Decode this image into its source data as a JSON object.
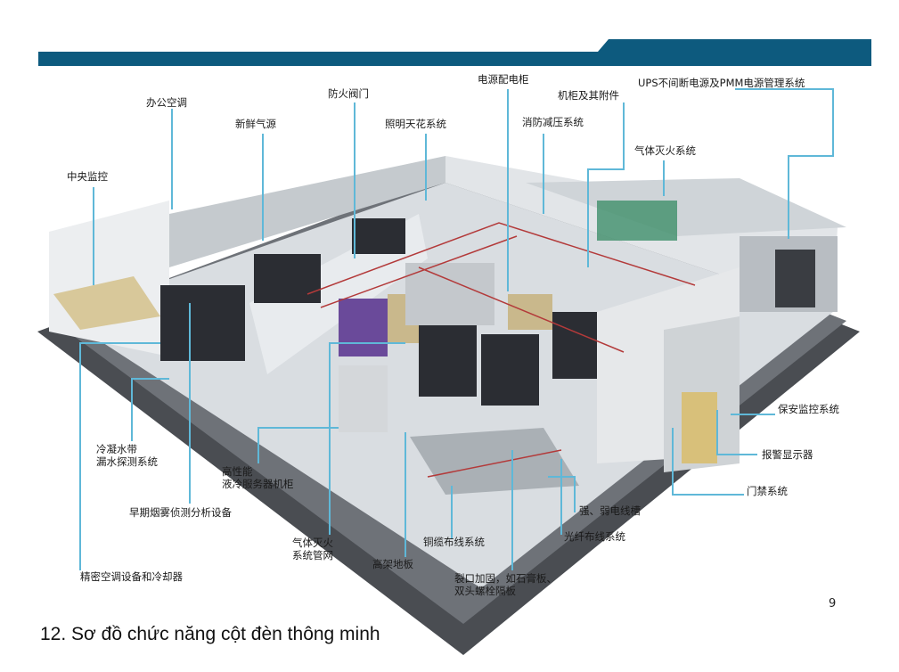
{
  "labels": {
    "ups": "UPS不间断电源及PMM电源管理系统",
    "power_cabinet": "电源配电柜",
    "fire_valve": "防火阀门",
    "office_ac": "办公空调",
    "rack": "机柜及其附件",
    "fresh_air": "新鲜气源",
    "lighting": "照明天花系统",
    "fire_pressure": "消防减压系统",
    "gas_fire": "气体灭火系统",
    "central_monitor": "中央监控",
    "security": "保安监控系统",
    "alarm_display": "报警显示器",
    "condensate": "冷凝水带\n漏水探测系统",
    "hp_server": "高性能\n液冷服务器机柜",
    "access_control": "门禁系统",
    "strong_weak": "强、弱电线槽",
    "smoke_detect": "早期烟雾侦测分析设备",
    "fiber": "光纤布线系统",
    "gas_pipe": "气体灭火\n系统管网",
    "copper": "铜缆布线系统",
    "raised_floor": "高架地板",
    "precision_ac": "精密空调设备和冷却器",
    "crack_fix": "裂口加固，如石膏板、\n双头螺栓隔板"
  },
  "page_number": "9",
  "caption": "12. Sơ đồ chức năng cột đèn thông minh",
  "colors": {
    "band": "#0d5a7e",
    "leader": "#5fb8d8",
    "wall": "#e2e5e8",
    "floor": "#d9dde1",
    "rack": "#2b2d33",
    "accent_purple": "#6a4a9a"
  }
}
